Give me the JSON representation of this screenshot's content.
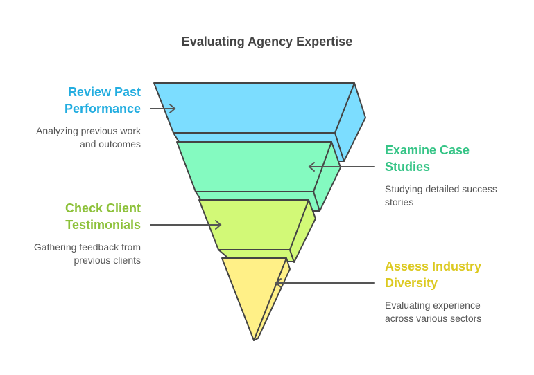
{
  "title": "Evaluating Agency Expertise",
  "stages": [
    {
      "heading": [
        "Review Past",
        "Performance"
      ],
      "description": [
        "Analyzing previous work",
        "and outcomes"
      ],
      "color": "#22ADE0",
      "fill": "#7CDDFF"
    },
    {
      "heading": [
        "Examine Case",
        "Studies"
      ],
      "description": [
        "Studying detailed success",
        "stories"
      ],
      "color": "#35C486",
      "fill": "#84FAC0"
    },
    {
      "heading": [
        "Check Client",
        "Testimonials"
      ],
      "description": [
        "Gathering feedback from",
        "previous clients"
      ],
      "color": "#8DC13A",
      "fill": "#D2F977"
    },
    {
      "heading": [
        "Assess Industry",
        "Diversity"
      ],
      "description": [
        "Evaluating experience",
        "across various sectors"
      ],
      "color": "#DCC920",
      "fill": "#FFF087"
    }
  ]
}
